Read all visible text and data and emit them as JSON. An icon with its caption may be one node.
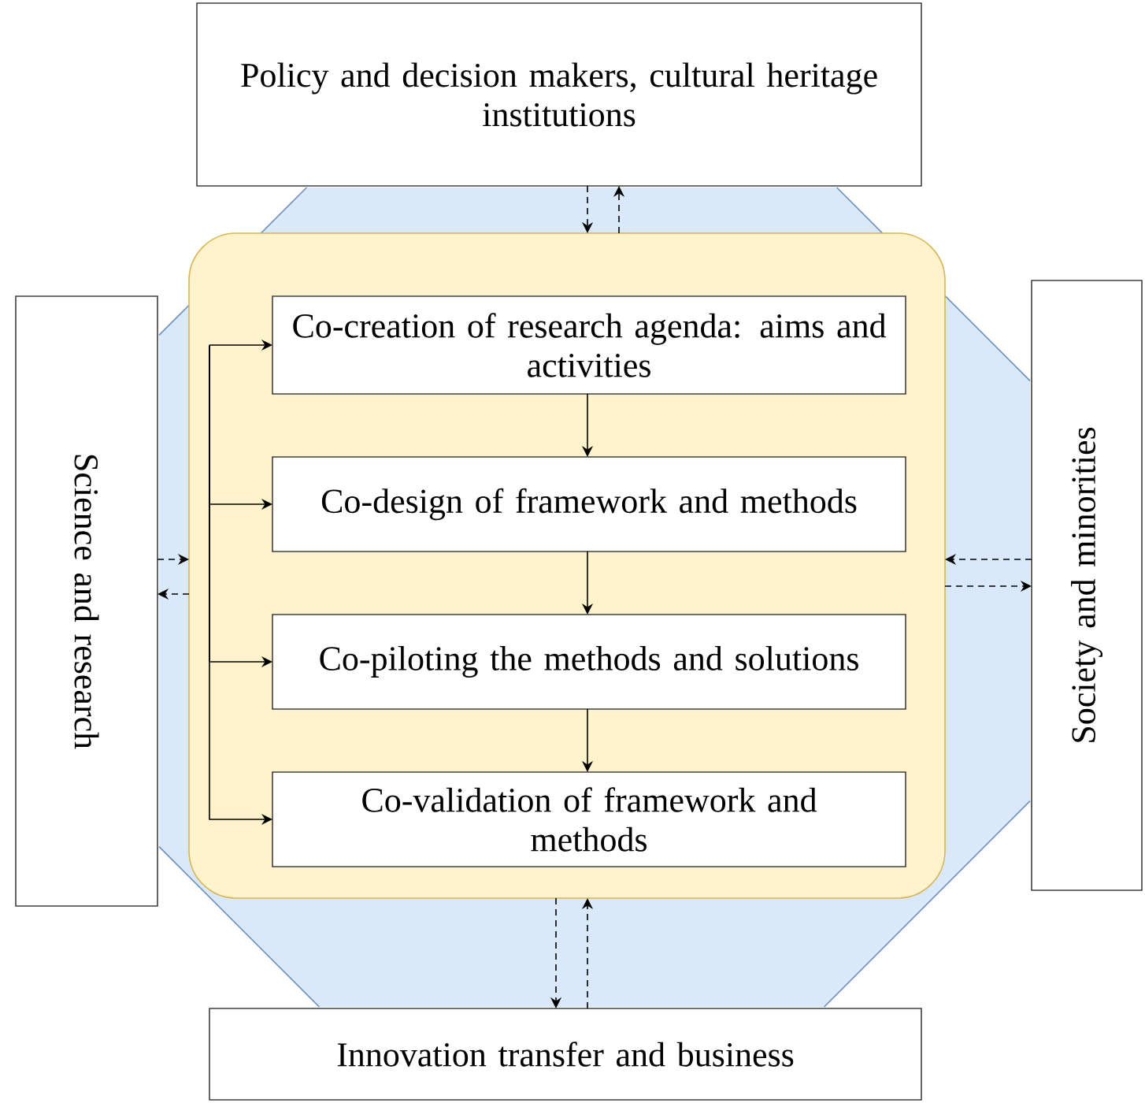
{
  "diagram": {
    "nodes": [
      {
        "text": [
          "Policy and decision makers, cultural heritage institutions"
        ]
      },
      {
        "text": [],
        "shape": "octagon"
      },
      {
        "text": [],
        "shape": "box",
        "in": 1
      },
      {
        "text": [
          "Co-creation of research agenda: aims and activities"
        ],
        "in": 2
      },
      {
        "text": [
          "Co-design of framework and methods"
        ],
        "in": 2
      },
      {
        "text": [
          "Co-piloting the methods and solutions"
        ],
        "in": 2
      },
      {
        "text": [
          "Co-validation of framework and methods"
        ],
        "in": 2
      },
      {
        "text": [
          "Science and research"
        ]
      },
      {
        "text": [
          "Society and minorities"
        ]
      },
      {
        "text": [
          "Innovation transfer and business"
        ]
      }
    ],
    "edges": [
      {
        "from": 0,
        "to": 2,
        "arrow": "to",
        "style": "dashed"
      },
      {
        "from": 2,
        "to": 0,
        "arrow": "to",
        "style": "dashed"
      },
      {
        "from": 7,
        "to": 2,
        "arrow": "to",
        "style": "dashed"
      },
      {
        "from": 2,
        "to": 7,
        "arrow": "to",
        "style": "dashed"
      },
      {
        "from": 8,
        "to": 2,
        "arrow": "to",
        "style": "dashed"
      },
      {
        "from": 2,
        "to": 8,
        "arrow": "to",
        "style": "dashed"
      },
      {
        "from": 2,
        "to": 9,
        "arrow": "to",
        "style": "dashed"
      },
      {
        "from": 9,
        "to": 2,
        "arrow": "to",
        "style": "dashed"
      },
      {
        "from": 3,
        "to": 4,
        "arrow": "to"
      },
      {
        "from": 4,
        "to": 5,
        "arrow": "to"
      },
      {
        "from": 5,
        "to": 6,
        "arrow": "to"
      },
      {
        "from": null,
        "to": 3,
        "arrow": "to"
      },
      {
        "from": null,
        "to": 4,
        "arrow": "to"
      },
      {
        "from": null,
        "to": 5,
        "arrow": "to"
      },
      {
        "from": null,
        "to": 6,
        "arrow": "to"
      }
    ]
  }
}
